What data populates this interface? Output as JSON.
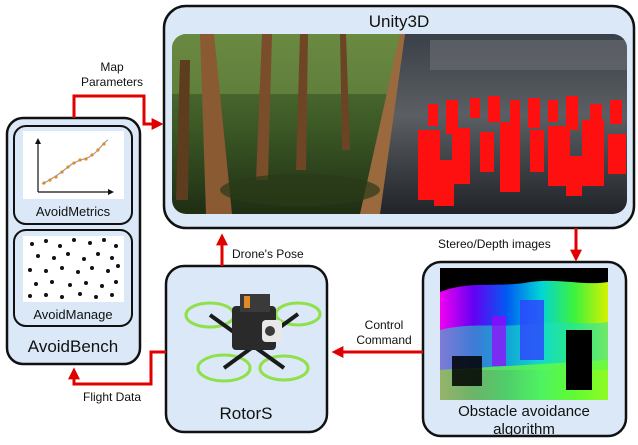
{
  "colors": {
    "box_fill": "#dbe8f7",
    "box_stroke": "#111111",
    "arrow": "#e00000",
    "depth_bg": "#000000"
  },
  "unity": {
    "title": "Unity3D"
  },
  "avoidbench": {
    "title": "AvoidBench",
    "metrics_label": "AvoidMetrics",
    "manage_label": "AvoidManage"
  },
  "rotors": {
    "title": "RotorS"
  },
  "obstacle": {
    "title_line1": "Obstacle avoidance",
    "title_line2": "algorithm"
  },
  "arrows": {
    "map_params_line1": "Map",
    "map_params_line2": "Parameters",
    "drone_pose": "Drone's Pose",
    "stereo_depth": "Stereo/Depth images",
    "control_line1": "Control",
    "control_line2": "Command",
    "flight_data": "Flight Data"
  }
}
